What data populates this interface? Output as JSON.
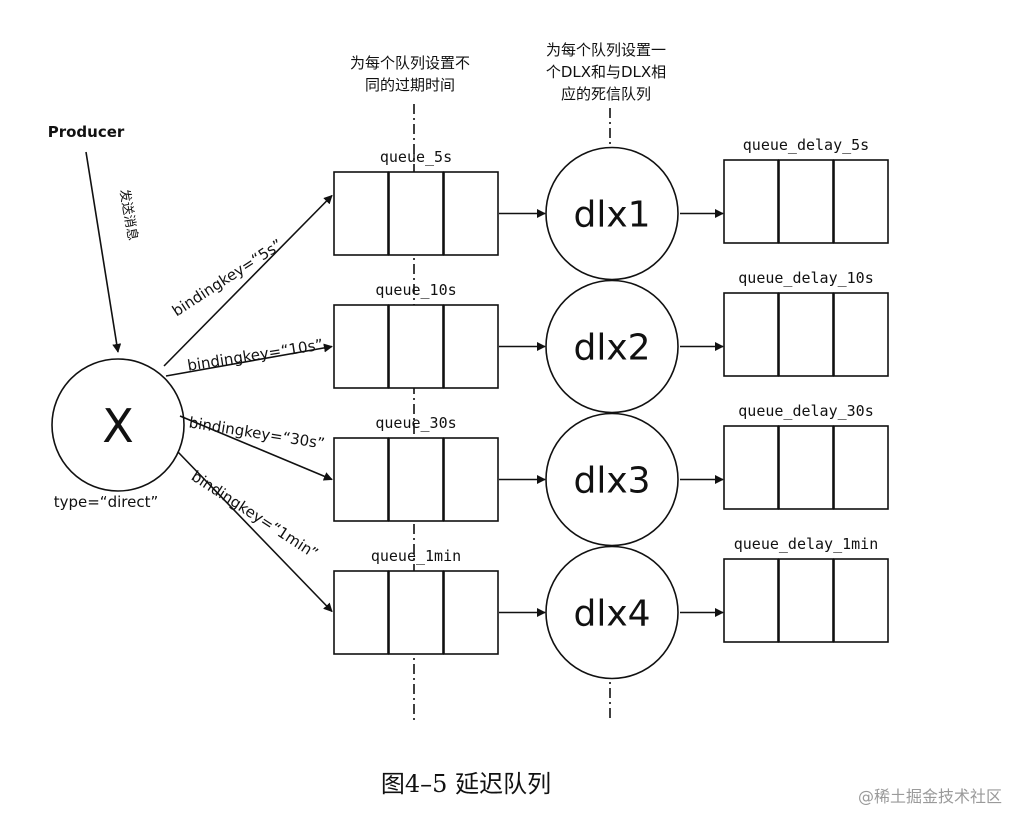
{
  "annotations": {
    "ttl_note_line1": "为每个队列设置不",
    "ttl_note_line2": "同的过期时间",
    "dlx_note_line1": "为每个队列设置一",
    "dlx_note_line2": "个DLX和与DLX相",
    "dlx_note_line3": "应的死信队列"
  },
  "producer": {
    "label": "Producer",
    "send_label": "发送消息"
  },
  "exchange": {
    "label": "X",
    "type_label": "type=“direct”"
  },
  "routes": [
    {
      "binding": "bindingkey=“5s”",
      "queue": "queue_5s",
      "dlx": "dlx1",
      "delay_queue": "queue_delay_5s"
    },
    {
      "binding": "bindingkey=“10s”",
      "queue": "queue_10s",
      "dlx": "dlx2",
      "delay_queue": "queue_delay_10s"
    },
    {
      "binding": "bindingkey=“30s”",
      "queue": "queue_30s",
      "dlx": "dlx3",
      "delay_queue": "queue_delay_30s"
    },
    {
      "binding": "bindingkey=“1min”",
      "queue": "queue_1min",
      "dlx": "dlx4",
      "delay_queue": "queue_delay_1min"
    }
  ],
  "caption": "图4–5 延迟队列",
  "watermark": "@稀土掘金技术社区"
}
